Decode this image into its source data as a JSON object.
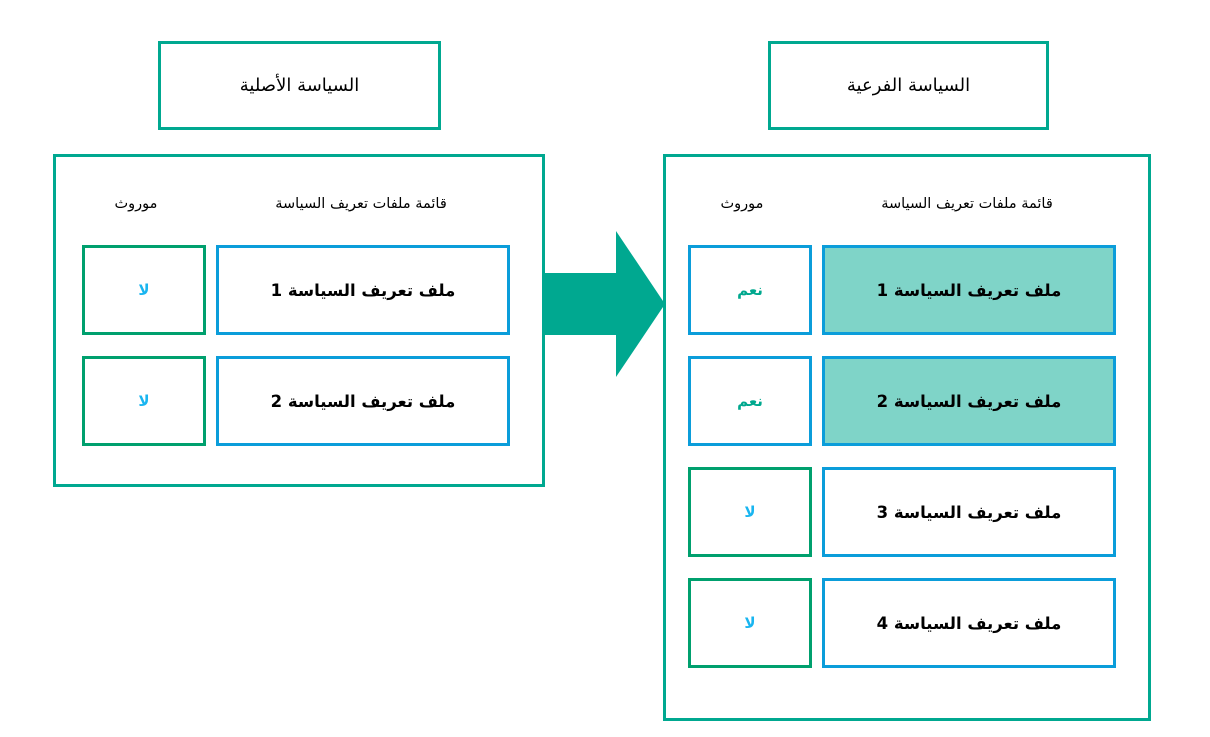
{
  "diagram": {
    "title_original": "السياسة الأصلية",
    "title_sub": "السياسة الفرعية",
    "arrow_icon": "right-arrow-icon",
    "colors": {
      "panel_border": "#00A890",
      "profile_border": "#0B9DDA",
      "inherit_border_green": "#00A06E",
      "inherit_border_blue": "#0B9DDA",
      "highlight_fill": "#7FD4C8",
      "value_no": "#19B5F0",
      "value_yes": "#00A88E",
      "arrow_fill": "#00A890"
    }
  },
  "headers": {
    "profile_list": "قائمة ملفات تعريف السياسة",
    "inherited": "موروث"
  },
  "original_policy": {
    "rows": [
      {
        "profile": "ملف تعريف السياسة 1",
        "inherited": "لا",
        "highlighted": false
      },
      {
        "profile": "ملف تعريف السياسة 2",
        "inherited": "لا",
        "highlighted": false
      }
    ]
  },
  "sub_policy": {
    "rows": [
      {
        "profile": "ملف تعريف السياسة 1",
        "inherited": "نعم",
        "highlighted": true
      },
      {
        "profile": "ملف تعريف السياسة 2",
        "inherited": "نعم",
        "highlighted": true
      },
      {
        "profile": "ملف تعريف السياسة 3",
        "inherited": "لا",
        "highlighted": false
      },
      {
        "profile": "ملف تعريف السياسة 4",
        "inherited": "لا",
        "highlighted": false
      }
    ]
  }
}
